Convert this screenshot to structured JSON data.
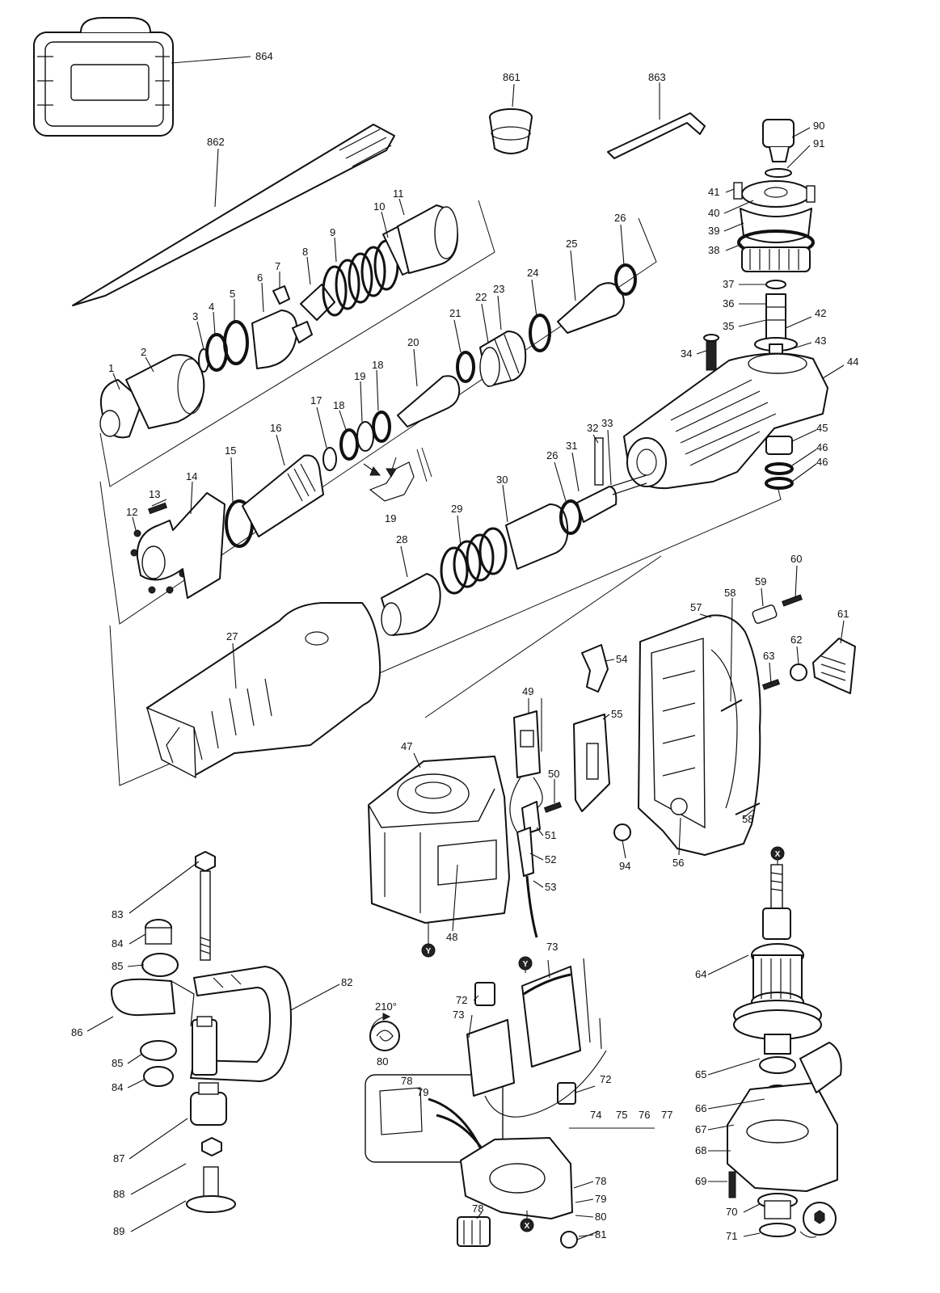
{
  "callouts": {
    "c864": "864",
    "c861": "861",
    "c863": "863",
    "c862": "862",
    "c90": "90",
    "c91": "91",
    "c41": "41",
    "c40": "40",
    "c39": "39",
    "c38": "38",
    "c37": "37",
    "c36": "36",
    "c35": "35",
    "c42": "42",
    "c43": "43",
    "c34": "34",
    "c44": "44",
    "c45": "45",
    "c46a": "46",
    "c46b": "46",
    "c1": "1",
    "c2": "2",
    "c3": "3",
    "c4": "4",
    "c5": "5",
    "c6": "6",
    "c7": "7",
    "c8": "8",
    "c9": "9",
    "c10": "10",
    "c11": "11",
    "c12": "12",
    "c13": "13",
    "c14": "14",
    "c15": "15",
    "c16": "16",
    "c17": "17",
    "c18a": "18",
    "c18b": "18",
    "c19a": "19",
    "c19b": "19",
    "c20": "20",
    "c21": "21",
    "c22": "22",
    "c23": "23",
    "c24": "24",
    "c25": "25",
    "c26a": "26",
    "c26b": "26",
    "c28": "28",
    "c29": "29",
    "c30": "30",
    "c31": "31",
    "c32": "32",
    "c33": "33",
    "c27": "27",
    "c57": "57",
    "c58a": "58",
    "c58b": "58",
    "c59": "59",
    "c60": "60",
    "c61": "61",
    "c62": "62",
    "c63": "63",
    "c54": "54",
    "c55": "55",
    "c56": "56",
    "c49": "49",
    "c47": "47",
    "c50": "50",
    "c51": "51",
    "c52": "52",
    "c53": "53",
    "c48": "48",
    "c94": "94",
    "c83": "83",
    "c84a": "84",
    "c85a": "85",
    "c86": "86",
    "c85b": "85",
    "c84b": "84",
    "c82": "82",
    "c87": "87",
    "c88": "88",
    "c89": "89",
    "c80a": "80",
    "c72a": "72",
    "c73a": "73",
    "c73b": "73",
    "c72b": "72",
    "c74": "74",
    "c75": "75",
    "c76": "76",
    "c77": "77",
    "c78a": "78",
    "c79a": "79",
    "c78b": "78",
    "c79b": "79",
    "c80b": "80",
    "c81": "81",
    "c78c": "78",
    "c64": "64",
    "c65": "65",
    "c66": "66",
    "c67": "67",
    "c68": "68",
    "c69": "69",
    "c70": "70",
    "c71": "71"
  },
  "annotations": {
    "angle": "210°"
  },
  "markers": {
    "x_top": "X",
    "x_bottom": "X",
    "y_top": "Y",
    "y_bottom": "Y"
  }
}
